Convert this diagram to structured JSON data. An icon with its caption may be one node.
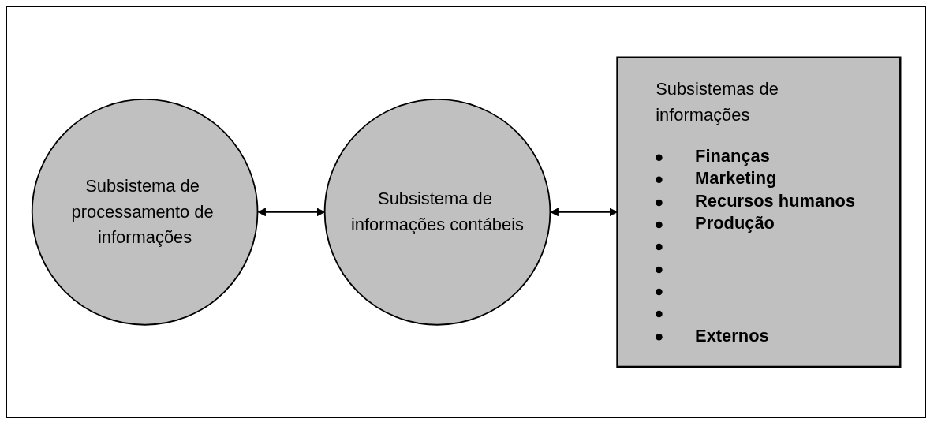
{
  "diagram": {
    "nodes": [
      {
        "text": [
          "Subsistema de processamento de informações"
        ]
      },
      {
        "text": [
          "Subsistema de informações contábeis"
        ]
      },
      {
        "text": [
          "Subsistemas de informações",
          "Finanças",
          "Marketing",
          "Recursos humanos",
          "Produção",
          "Externos"
        ]
      }
    ],
    "edges": [
      {
        "from": 0,
        "to": 1,
        "arrow": "both"
      },
      {
        "from": 1,
        "to": 2,
        "arrow": "both"
      }
    ]
  }
}
